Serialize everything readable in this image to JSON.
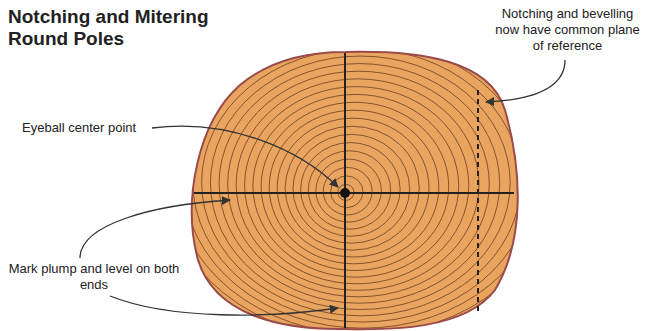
{
  "diagram": {
    "title": "Notching and Mitering Round Poles",
    "labels": [
      "Eyeball center point",
      "Notching and bevelling now have common plane of reference",
      "Mark plump and level on both ends"
    ]
  }
}
